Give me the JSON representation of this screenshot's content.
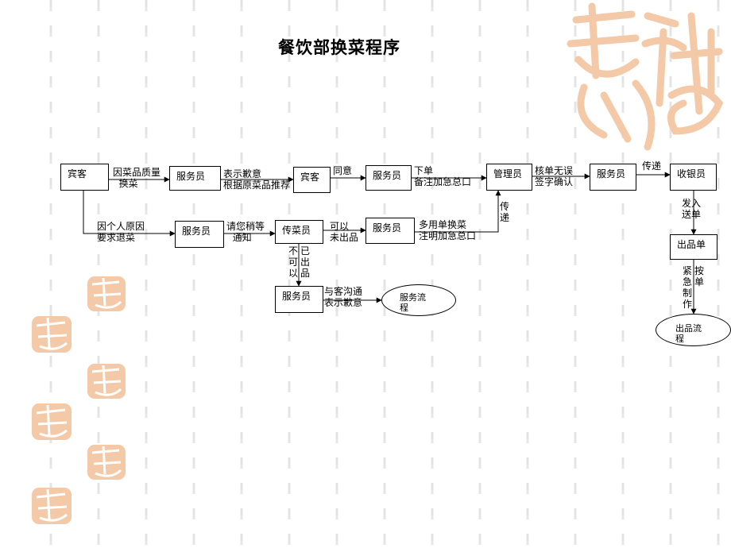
{
  "title": "餐饮部换菜程序",
  "nodes": {
    "guest_1": "宾客",
    "waiter_1": "服务员",
    "guest_2": "宾客",
    "waiter_2": "服务员",
    "manager": "管理员",
    "waiter_3": "服务员",
    "cashier": "收银员",
    "waiter_4": "服务员",
    "runner": "传菜员",
    "waiter_5": "服务员",
    "waiter_6": "服务员",
    "order_slip": "出品单",
    "service_flow": "服务流程",
    "production_flow": "出品流程"
  },
  "edge_labels": {
    "quality_issue": "因菜品质量\n  换菜",
    "apologize_recommend": "表示歉意\n根据原菜品推荐",
    "agree": "同意",
    "place_order": "下单\n备注加急总口",
    "verify_sign": "核单无误\n签字确认",
    "pass_1": "传递",
    "personal_return": "因个人原因\n要求退菜",
    "please_wait": "请您稍等\n  通知",
    "can_cancel": "可以\n未出品",
    "new_order": "多用单换菜\n注明加急总口",
    "pass_2": "传递",
    "send_in": "发入\n送单",
    "cannot_cancel_col1": "不可以",
    "cannot_cancel_col2": "已出品",
    "communicate": "与客沟通\n表示歉意",
    "urgent_col1": "紧急制作",
    "urgent_col2": "按单"
  },
  "colors": {
    "line": "#000000",
    "dash": "#e4e4e4",
    "seal": "#f3c9a8",
    "seal_light": "#f9dcc4"
  },
  "decor_icons": [
    "seal-stamp-icon"
  ]
}
